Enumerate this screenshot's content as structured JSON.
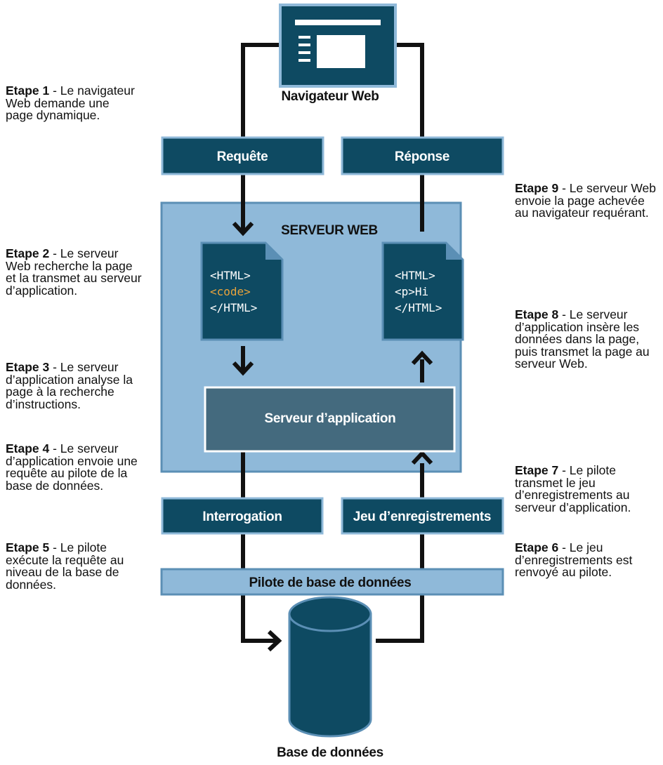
{
  "colors": {
    "dark_box": "#0e4a62",
    "server_bg": "#8fb9d9",
    "app_server": "#446a7e",
    "driver_bar": "#8fb9d9",
    "doc": "#0e4a62",
    "code_highlight": "#e8a33c",
    "line": "#111111"
  },
  "nodes": {
    "browser": "Navigateur Web",
    "request": "Requête",
    "response": "Réponse",
    "web_server": "SERVEUR WEB",
    "app_server": "Serveur d’application",
    "query": "Interrogation",
    "recordset": "Jeu d’enregistrements",
    "driver": "Pilote de base de données",
    "database": "Base de données"
  },
  "docs": {
    "left": [
      "<HTML>",
      "<code>",
      "</HTML>"
    ],
    "right": [
      "<HTML>",
      "<p>Hi",
      "</HTML>"
    ]
  },
  "steps": [
    {
      "label": "Etape 1",
      "text": " - Le navigateur Web demande une page dynamique."
    },
    {
      "label": "Etape 2",
      "text": " - Le serveur Web recherche la page et la transmet au serveur d’application."
    },
    {
      "label": "Etape 3",
      "text": " - Le serveur d’application analyse la page à la recherche d’instructions."
    },
    {
      "label": "Etape 4",
      "text": " - Le serveur d’application envoie une requête au pilote de la base de données."
    },
    {
      "label": "Etape 5",
      "text": " - Le pilote exécute la requête au niveau de la base de données."
    },
    {
      "label": "Etape 6",
      "text": " - Le jeu d’enregistrements est renvoyé au pilote."
    },
    {
      "label": "Etape 7",
      "text": " - Le pilote transmet le jeu d’enregistrements au serveur d’application."
    },
    {
      "label": "Etape 8",
      "text": " - Le serveur d’application insère les données dans la page, puis transmet la page au serveur Web."
    },
    {
      "label": "Etape 9",
      "text": " - Le serveur Web envoie la page achevée au navigateur requérant."
    }
  ]
}
